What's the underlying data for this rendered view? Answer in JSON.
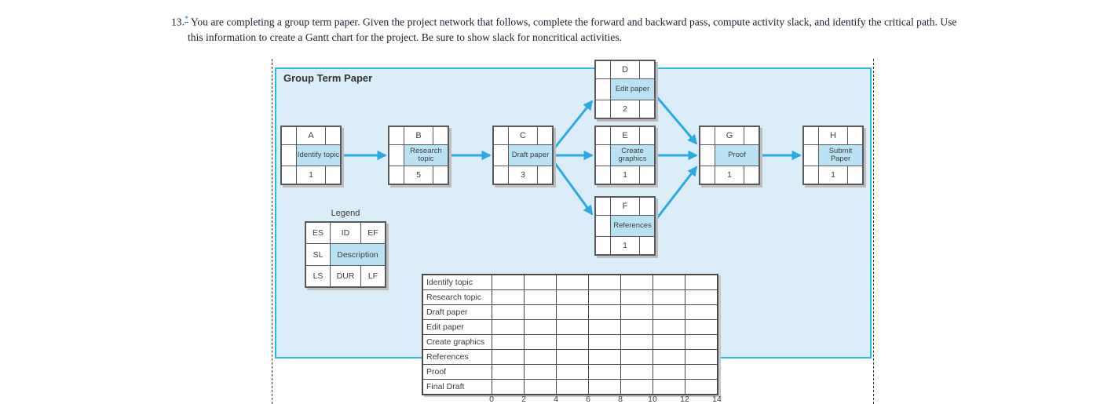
{
  "question": {
    "number": "13.",
    "footnote_marker": "*",
    "text": "You are completing a group term paper. Given the project network that follows, complete the forward and backward pass, compute activity slack, and identify the critical path. Use this information to create a Gantt chart for the project. Be sure to show slack for noncritical activities."
  },
  "diagram": {
    "title": "Group Term Paper",
    "colors": {
      "panel_bg": "#dbedf8",
      "panel_border": "#2cb7e9",
      "arrow": "#29abe2",
      "node_border": "#58595b",
      "highlight": "#b9e3f4"
    },
    "nodes": [
      {
        "id": "A",
        "description": "Identify topic",
        "duration": "1"
      },
      {
        "id": "B",
        "description": "Research topic",
        "duration": "5"
      },
      {
        "id": "C",
        "description": "Draft paper",
        "duration": "3"
      },
      {
        "id": "D",
        "description": "Edit paper",
        "duration": "2"
      },
      {
        "id": "E",
        "description": "Create graphics",
        "duration": "1"
      },
      {
        "id": "F",
        "description": "References",
        "duration": "1"
      },
      {
        "id": "G",
        "description": "Proof",
        "duration": "1"
      },
      {
        "id": "H",
        "description": "Submit Paper",
        "duration": "1"
      }
    ],
    "edges": [
      {
        "from": "A",
        "to": "B"
      },
      {
        "from": "B",
        "to": "C"
      },
      {
        "from": "C",
        "to": "D"
      },
      {
        "from": "C",
        "to": "E"
      },
      {
        "from": "C",
        "to": "F"
      },
      {
        "from": "D",
        "to": "G"
      },
      {
        "from": "E",
        "to": "G"
      },
      {
        "from": "F",
        "to": "G"
      },
      {
        "from": "G",
        "to": "H"
      }
    ],
    "legend": {
      "title": "Legend",
      "row1": [
        "ES",
        "ID",
        "EF"
      ],
      "row2": [
        "SL",
        "Description"
      ],
      "row3": [
        "LS",
        "DUR",
        "LF"
      ]
    }
  },
  "gantt": {
    "rows": [
      "Identify topic",
      "Research topic",
      "Draft paper",
      "Edit paper",
      "Create graphics",
      "References",
      "Proof",
      "Final Draft"
    ],
    "axis": [
      "0",
      "2",
      "4",
      "6",
      "8",
      "10",
      "12",
      "14"
    ]
  }
}
